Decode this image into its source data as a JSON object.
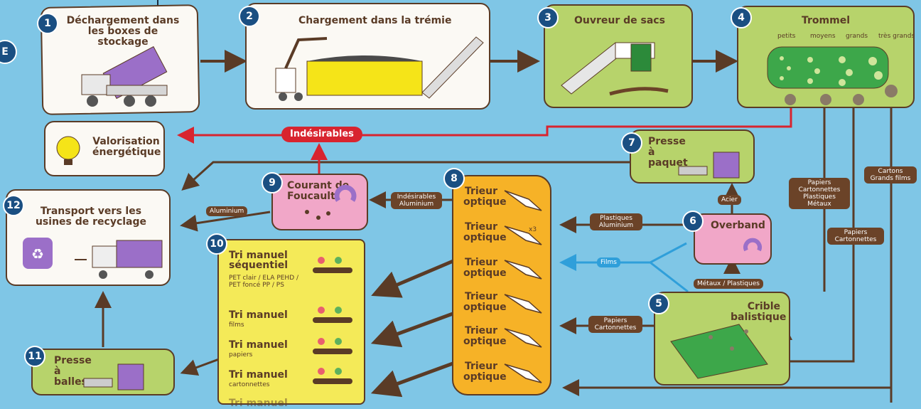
{
  "steps": {
    "s1": {
      "num": "1",
      "title": "Déchargement dans les boxes de stockage"
    },
    "s2": {
      "num": "2",
      "title": "Chargement dans la trémie"
    },
    "s3": {
      "num": "3",
      "title": "Ouvreur de sacs"
    },
    "s4": {
      "num": "4",
      "title": "Trommel",
      "sizes": [
        "petits",
        "moyens",
        "grands",
        "très grands"
      ]
    },
    "s5": {
      "num": "5",
      "title": "Crible balistique"
    },
    "s6": {
      "num": "6",
      "title": "Overband"
    },
    "s7": {
      "num": "7",
      "title": "Presse à paquet"
    },
    "s8": {
      "num": "8",
      "trieur": [
        "Trieur optique",
        "Trieur optique",
        "Trieur optique",
        "Trieur optique",
        "Trieur optique",
        "Trieur optique"
      ],
      "x3": "x3"
    },
    "s9": {
      "num": "9",
      "title": "Courant de Foucault"
    },
    "s10": {
      "num": "10",
      "items": [
        {
          "title": "Tri manuel séquentiel",
          "sub": "PET clair / ELA PEHD / PET foncé PP / PS"
        },
        {
          "title": "Tri manuel",
          "sub": "films"
        },
        {
          "title": "Tri manuel",
          "sub": "papiers"
        },
        {
          "title": "Tri manuel",
          "sub": "cartonnettes"
        },
        {
          "title": "Tri manuel",
          "sub": ""
        }
      ]
    },
    "s11": {
      "num": "11",
      "title": "Presse à balles"
    },
    "s12": {
      "num": "12",
      "title": "Transport vers les usines de recyclage"
    }
  },
  "valorisation": "Valorisation énergétique",
  "edge_letter": "E",
  "labels": {
    "indesirables": "Indésirables",
    "aluminium": "Aluminium",
    "indes_alu": "Indésirables Aluminium",
    "plastiques_alu": "Plastiques Aluminium",
    "films": "Films",
    "metaux_plastiques": "Métaux / Plastiques",
    "acier": "Acier",
    "papiers_carto_plast": "Papiers Cartonnettes Plastiques Métaux",
    "papiers_carto": "Papiers Cartonnettes",
    "papiers_carto2": "Papiers Cartonnettes",
    "cartons_films": "Cartons Grands films"
  },
  "colors": {
    "brown": "#5a3b26",
    "red": "#d8242f",
    "blue": "#2f9fda",
    "navy": "#1a4f82"
  }
}
